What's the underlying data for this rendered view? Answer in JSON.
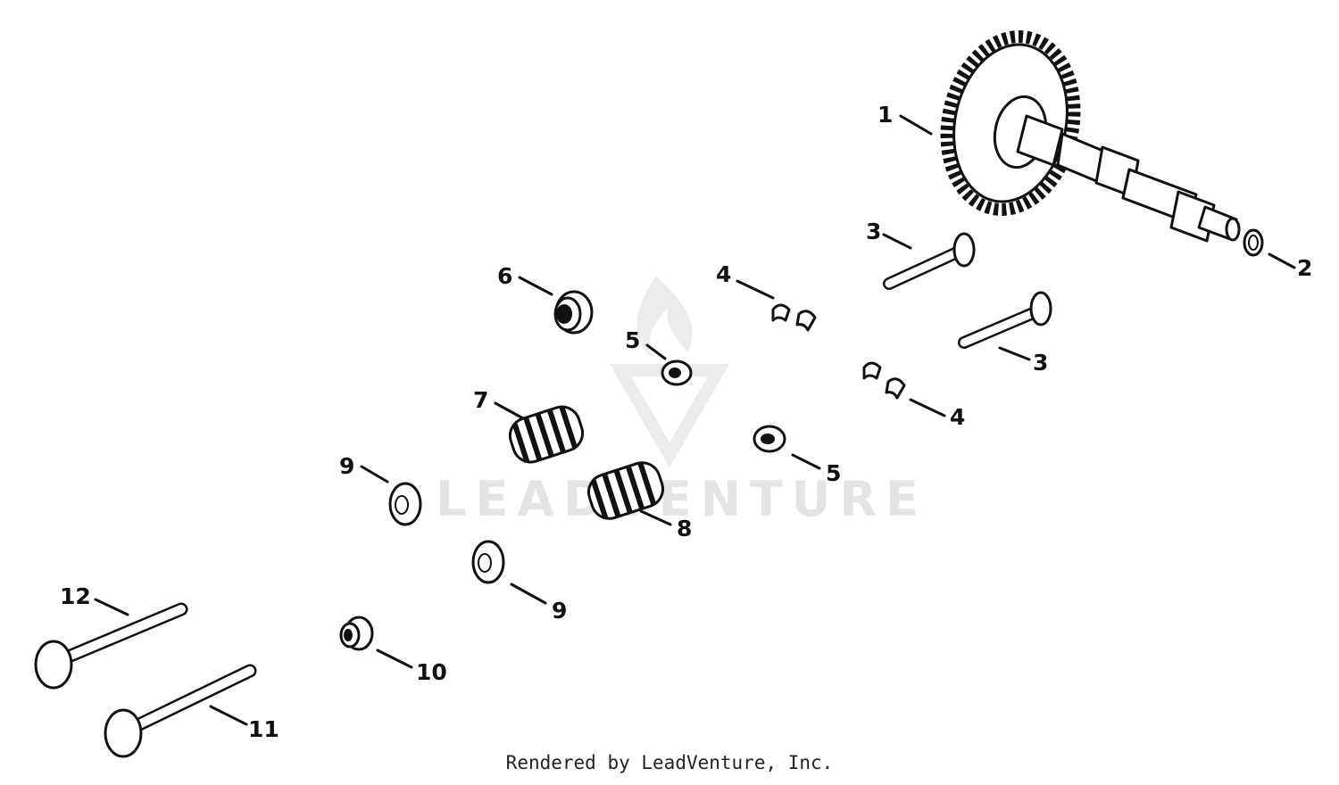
{
  "watermark": {
    "text": "LEADVENTURE"
  },
  "footer": {
    "text": "Rendered by LeadVenture, Inc."
  },
  "callouts": [
    "1",
    "2",
    "3",
    "3",
    "4",
    "4",
    "5",
    "5",
    "6",
    "7",
    "8",
    "9",
    "9",
    "10",
    "11",
    "12"
  ]
}
